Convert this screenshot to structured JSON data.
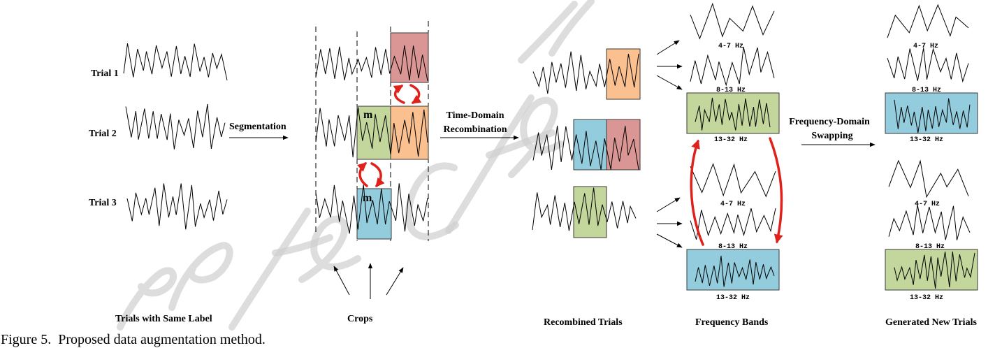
{
  "figure": {
    "caption": "Figure 5.  Proposed data augmentation method."
  },
  "trials": {
    "labels": [
      "Trial 1",
      "Trial 2",
      "Trial 3"
    ],
    "group_label": "Trials with Same Label"
  },
  "steps": {
    "segmentation": "Segmentation",
    "time_domain": [
      "Time-Domain",
      "Recombination"
    ],
    "frequency_domain": [
      "Frequency-Domain",
      "Swapping"
    ]
  },
  "crops": {
    "group_label": "Crops",
    "segment_mark": "m"
  },
  "recombined": {
    "group_label": "Recombined Trials"
  },
  "frequency_bands": {
    "group_label": "Frequency Bands",
    "band_labels": [
      "4-7 Hz",
      "8-13 Hz",
      "13-32 Hz"
    ]
  },
  "generated": {
    "group_label": "Generated New Trials"
  },
  "colors": {
    "crop_red": "#d99694",
    "crop_orange": "#fac090",
    "crop_green": "#c3d69b",
    "crop_blue": "#93cddd",
    "swap_arrow_red": "#e0201b"
  }
}
